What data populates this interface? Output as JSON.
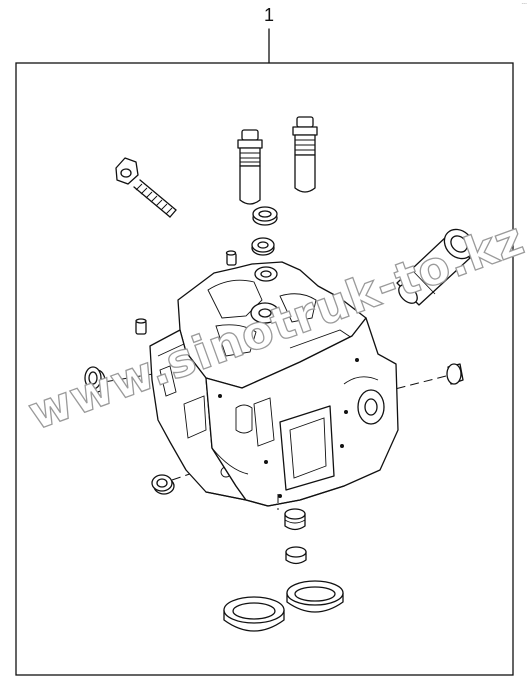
{
  "diagram": {
    "callout_number": "1",
    "corner_mark": "---",
    "watermark": "www.sinotruk-to.kz",
    "parts": [
      "cylinder-head",
      "valve-guide-left",
      "valve-guide-right",
      "stud-with-nut",
      "injector-sleeve",
      "valve-stem-seal",
      "seal-ring",
      "locating-pin",
      "side-plug-left",
      "side-plug-right",
      "lower-plug",
      "valve-seat-insert-small-1",
      "valve-seat-insert-small-2",
      "valve-seat-ring-left",
      "valve-seat-ring-right"
    ]
  }
}
